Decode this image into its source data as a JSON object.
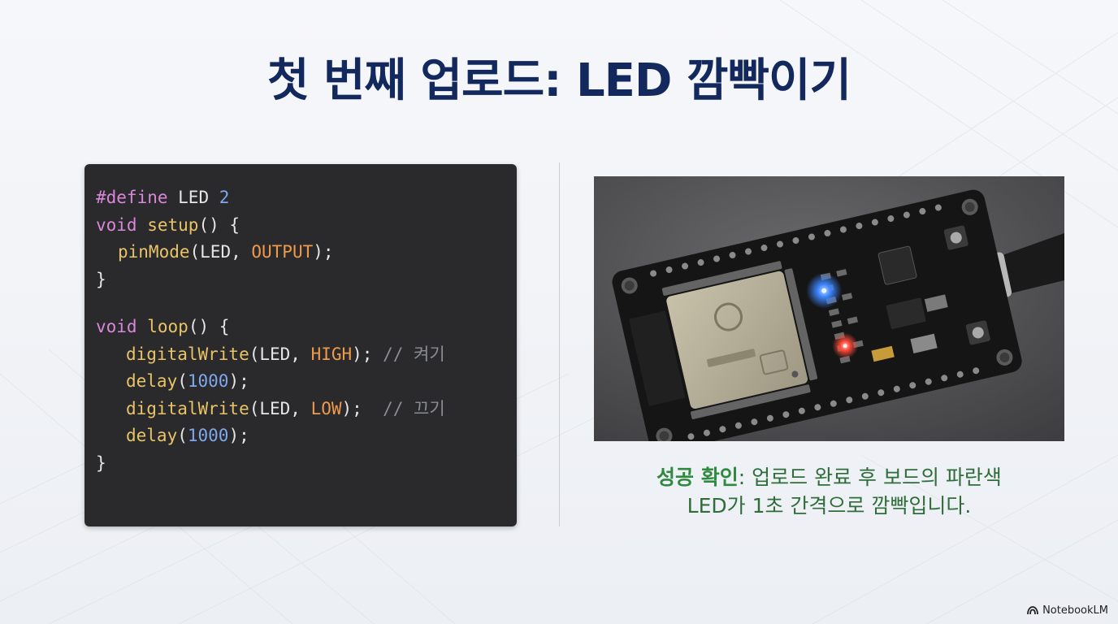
{
  "slide": {
    "title": "첫 번째 업로드: LED 깜빡이기"
  },
  "code": {
    "lines": [
      [
        {
          "t": "#define",
          "c": "pre"
        },
        {
          "t": " LED ",
          "c": "plain"
        },
        {
          "t": "2",
          "c": "num"
        }
      ],
      [
        {
          "t": "void",
          "c": "kw"
        },
        {
          "t": " ",
          "c": "plain"
        },
        {
          "t": "setup",
          "c": "fn"
        },
        {
          "t": "() {",
          "c": "plain"
        }
      ],
      [
        {
          "t": "pinMode",
          "c": "fn"
        },
        {
          "t": "(LED, ",
          "c": "plain"
        },
        {
          "t": "OUTPUT",
          "c": "const"
        },
        {
          "t": ");",
          "c": "plain"
        }
      ],
      [
        {
          "t": "}",
          "c": "plain"
        }
      ],
      [],
      [
        {
          "t": "void",
          "c": "kw"
        },
        {
          "t": " ",
          "c": "plain"
        },
        {
          "t": "loop",
          "c": "fn"
        },
        {
          "t": "() {",
          "c": "plain"
        }
      ],
      [
        {
          "t": "digitalWrite",
          "c": "fn"
        },
        {
          "t": "(LED, ",
          "c": "plain"
        },
        {
          "t": "HIGH",
          "c": "const"
        },
        {
          "t": "); ",
          "c": "plain"
        },
        {
          "t": "// 켜기",
          "c": "cmt"
        }
      ],
      [
        {
          "t": "delay",
          "c": "fn"
        },
        {
          "t": "(",
          "c": "plain"
        },
        {
          "t": "1000",
          "c": "num"
        },
        {
          "t": ");",
          "c": "plain"
        }
      ],
      [
        {
          "t": "digitalWrite",
          "c": "fn"
        },
        {
          "t": "(LED, ",
          "c": "plain"
        },
        {
          "t": "LOW",
          "c": "const"
        },
        {
          "t": ");  ",
          "c": "plain"
        },
        {
          "t": "// 끄기",
          "c": "cmt"
        }
      ],
      [
        {
          "t": "delay",
          "c": "fn"
        },
        {
          "t": "(",
          "c": "plain"
        },
        {
          "t": "1000",
          "c": "num"
        },
        {
          "t": ");",
          "c": "plain"
        }
      ],
      [
        {
          "t": "}",
          "c": "plain"
        }
      ]
    ],
    "indent": [
      0,
      0,
      1,
      0,
      0,
      0,
      2,
      2,
      2,
      2,
      0
    ]
  },
  "photo": {
    "icon": "esp32-board-image"
  },
  "caption": {
    "strong": "성공 확인",
    "rest": ": 업로드 완료 후 보드의 파란색",
    "line2": "LED가 1초 간격으로 깜빡입니다."
  },
  "brand": {
    "label": "NotebookLM",
    "icon": "notebooklm-logo-icon"
  },
  "colors": {
    "title": "#13285c",
    "code_bg": "#2a2a2c",
    "caption_green": "#2f8a3e",
    "led_blue": "#2f7bff"
  }
}
